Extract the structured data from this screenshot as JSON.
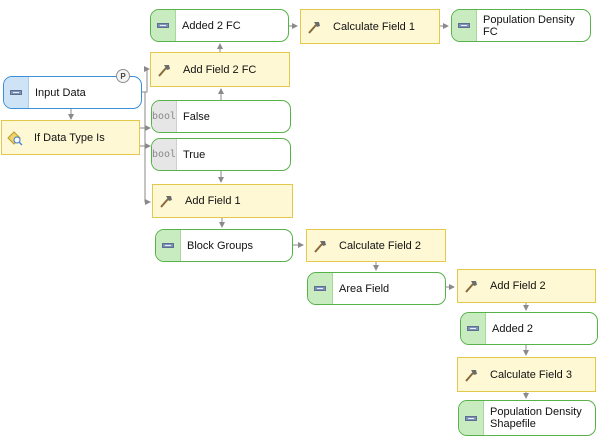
{
  "nodes": {
    "input_data": {
      "label": "Input Data",
      "badge": "P",
      "icon": "dataset-icon"
    },
    "if_data_type": {
      "label": "If Data Type Is",
      "icon": "if-condition-icon"
    },
    "false_var": {
      "label": "False",
      "icon_text": "bool",
      "icon": "bool-icon"
    },
    "true_var": {
      "label": "True",
      "icon_text": "bool",
      "icon": "bool-icon"
    },
    "add_field_2_fc": {
      "label": "Add Field 2 FC",
      "icon": "hammer-icon"
    },
    "added_2_fc": {
      "label": "Added 2 FC",
      "icon": "dataset-icon"
    },
    "calc_field_1": {
      "label": "Calculate Field 1",
      "icon": "hammer-icon"
    },
    "pop_density_fc": {
      "label": "Population Density FC",
      "icon": "dataset-icon"
    },
    "add_field_1": {
      "label": "Add Field 1",
      "icon": "hammer-icon"
    },
    "block_groups": {
      "label": "Block Groups",
      "icon": "dataset-icon"
    },
    "calc_field_2": {
      "label": "Calculate Field 2",
      "icon": "hammer-icon"
    },
    "area_field": {
      "label": "Area Field",
      "icon": "dataset-icon"
    },
    "add_field_2": {
      "label": "Add Field 2",
      "icon": "hammer-icon"
    },
    "added_2": {
      "label": "Added 2",
      "icon": "dataset-icon"
    },
    "calc_field_3": {
      "label": "Calculate Field 3",
      "icon": "hammer-icon"
    },
    "pop_density_shp": {
      "label": "Population Density Shapefile",
      "icon": "dataset-icon"
    }
  },
  "colors": {
    "data_border": "#58b24a",
    "input_border": "#3e8fd6",
    "tool_fill": "#fff8d5",
    "tool_border": "#e4c84b",
    "connector": "#8a8a8a"
  }
}
